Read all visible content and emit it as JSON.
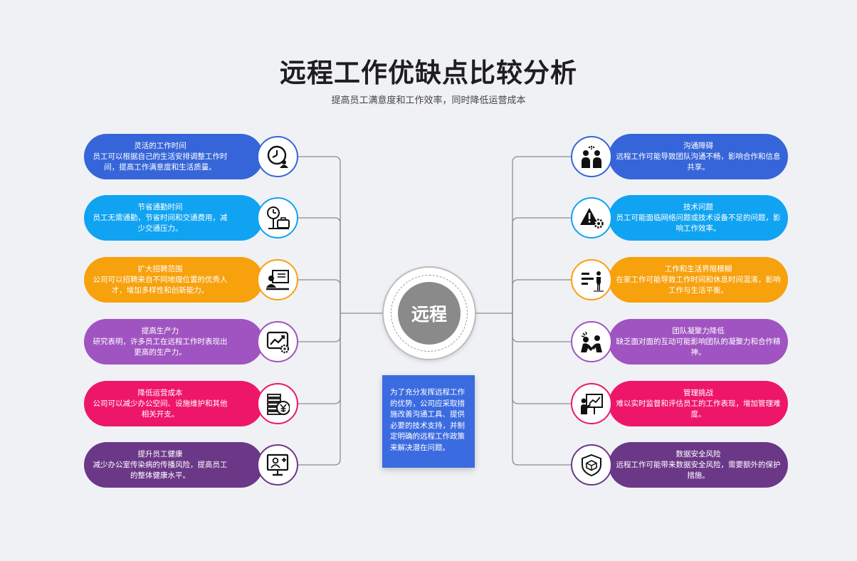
{
  "header": {
    "title": "远程工作优缺点比较分析",
    "subtitle": "提高员工满意度和工作效率，同时降低运营成本"
  },
  "center": {
    "label": "远程",
    "note": "为了充分发挥远程工作的优势，公司应采取措施改善沟通工具、提供必要的技术支持，并制定明确的远程工作政策来解决潜在问题。"
  },
  "colors": {
    "line": "#8c8c8c",
    "hub_core": "#8a8a8a",
    "note_bg": "#3b6be0"
  },
  "advantages": [
    {
      "title": "灵活的工作时间",
      "desc": "员工可以根据自己的生活安排调整工作时间，提高工作满意度和生活质量。",
      "color": "#3565d8",
      "icon": "clock-person-icon"
    },
    {
      "title": "节省通勤时间",
      "desc": "员工无需通勤，节省时间和交通费用，减少交通压力。",
      "color": "#10a3f2",
      "icon": "clock-briefcase-icon"
    },
    {
      "title": "扩大招聘范围",
      "desc": "公司可以招聘来自不同地理位置的优秀人才，增加多样性和创新能力。",
      "color": "#f7a10d",
      "icon": "online-recruit-icon"
    },
    {
      "title": "提高生产力",
      "desc": "研究表明，许多员工在远程工作时表现出更高的生产力。",
      "color": "#a054c1",
      "icon": "productivity-chart-icon"
    },
    {
      "title": "降低运营成本",
      "desc": "公司可以减少办公空间、设施维护和其他相关开支。",
      "color": "#ee1669",
      "icon": "coins-yen-icon"
    },
    {
      "title": "提升员工健康",
      "desc": "减少办公室传染病的传播风险，提高员工的整体健康水平。",
      "color": "#6b3787",
      "icon": "health-monitor-icon"
    }
  ],
  "disadvantages": [
    {
      "title": "沟通障碍",
      "desc": "远程工作可能导致团队沟通不畅，影响合作和信息共享。",
      "color": "#3565d8",
      "icon": "communication-people-icon"
    },
    {
      "title": "技术问题",
      "desc": "员工可能面临网络问题或技术设备不足的问题，影响工作效率。",
      "color": "#10a3f2",
      "icon": "warning-gear-icon"
    },
    {
      "title": "工作和生活界限模糊",
      "desc": "在家工作可能导致工作时间和休息时间混淆，影响工作与生活平衡。",
      "color": "#f7a10d",
      "icon": "blurred-boundary-icon"
    },
    {
      "title": "团队凝聚力降低",
      "desc": "缺乏面对面的互动可能影响团队的凝聚力和合作精神。",
      "color": "#a054c1",
      "icon": "team-struggle-icon"
    },
    {
      "title": "管理挑战",
      "desc": "难以实时监督和评估员工的工作表现，增加管理难度。",
      "color": "#ee1669",
      "icon": "presentation-manager-icon"
    },
    {
      "title": "数据安全风险",
      "desc": "远程工作可能带来数据安全风险，需要额外的保护措施。",
      "color": "#6b3787",
      "icon": "shield-box-icon"
    }
  ]
}
